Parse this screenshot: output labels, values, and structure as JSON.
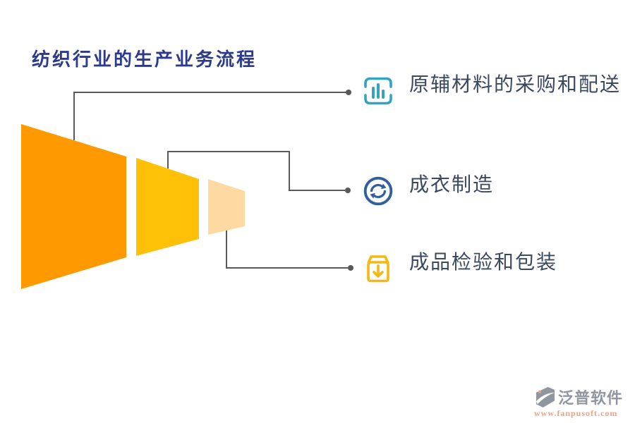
{
  "title": {
    "text": "纺织行业的生产业务流程"
  },
  "items": [
    {
      "label": "原辅材料的采购和配送",
      "icon": "bar-chart-icon"
    },
    {
      "label": "成衣制造",
      "icon": "sync-icon"
    },
    {
      "label": "成品检验和包装",
      "icon": "package-down-icon"
    }
  ],
  "funnel": {
    "segment_count": 3,
    "direction": "left-to-right, narrowing"
  },
  "watermark": {
    "brand": "泛普软件",
    "url": "www.fanpusoft.com"
  },
  "colors": {
    "funnel-1": "#ff9900",
    "funnel-2": "#ffc107",
    "funnel-3": "#ffd9a2",
    "connector": "#595959",
    "icon-teal": "#35a3c0",
    "icon-blue": "#2f5f9e",
    "icon-amber": "#f7b712",
    "title": "#2b3a8c",
    "label": "#3a4960",
    "brand-gray": "#9096a0",
    "brand-link": "#f0a184"
  }
}
